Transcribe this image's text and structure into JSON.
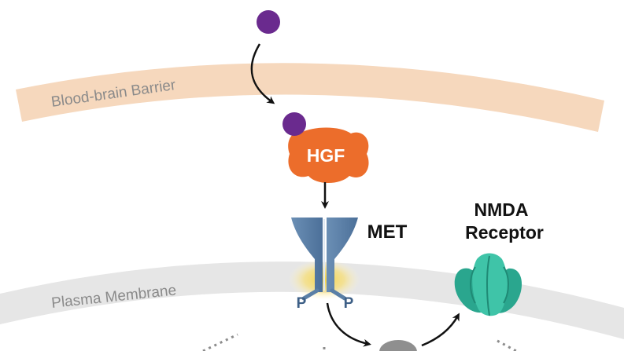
{
  "labels": {
    "bbb": "Blood-brain Barrier",
    "plasma": "Plasma Membrane",
    "hgf": "HGF",
    "met": "MET",
    "nmda_line1": "NMDA",
    "nmda_line2": "Receptor",
    "phospho_left": "P",
    "phospho_right": "P"
  },
  "colors": {
    "bbb_band": "#f6d8bd",
    "bbb_text": "#8a8a8a",
    "plasma_band": "#e6e6e6",
    "plasma_text": "#8a8a8a",
    "ligand": "#6a2a8e",
    "hgf": "#ec6d2b",
    "met": "#5a7fa6",
    "met_dark": "#3d5f86",
    "glow": "#f3d24a",
    "nmda": "#35b79e",
    "nmda_dark": "#1f8a75",
    "arrow": "#111111",
    "dots": "#8c8c8c",
    "effector": "#8f8f8f"
  }
}
